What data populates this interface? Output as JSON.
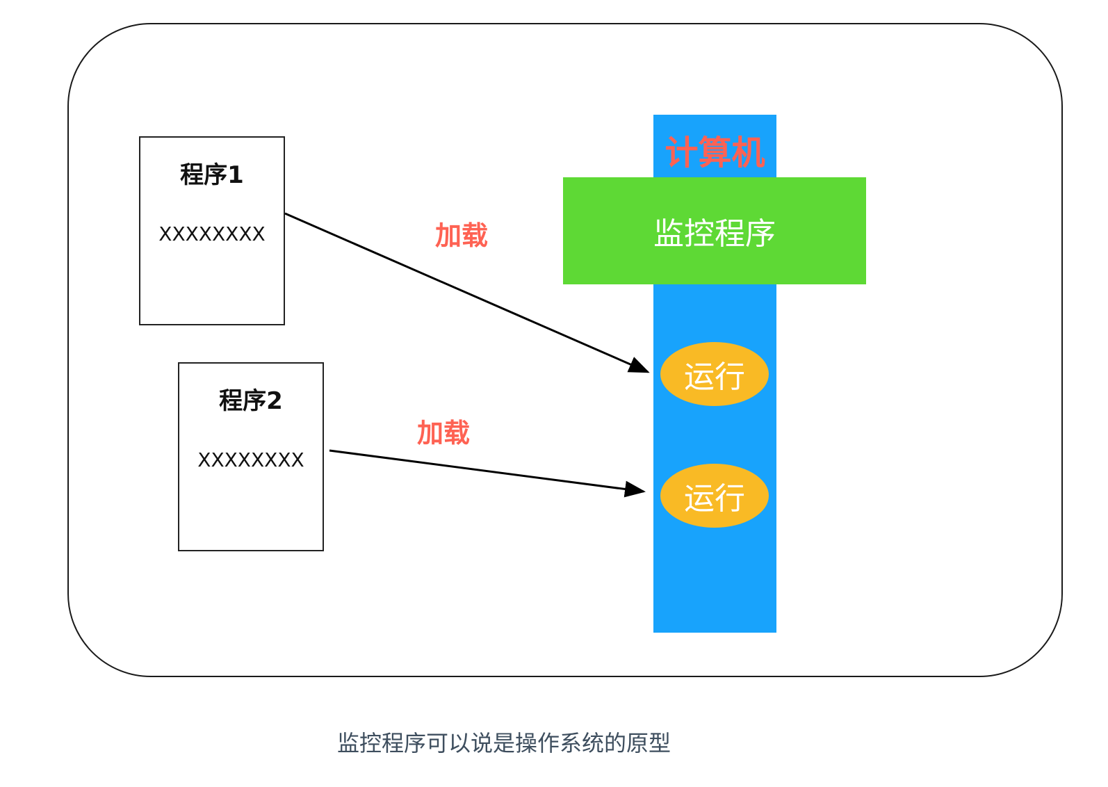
{
  "diagram": {
    "programs": [
      {
        "title": "程序1",
        "content": "XXXXXXXX"
      },
      {
        "title": "程序2",
        "content": "XXXXXXXX"
      }
    ],
    "computer": {
      "label": "计算机",
      "color": "#18a3fc",
      "label_color": "#fe6253"
    },
    "monitor": {
      "label": "监控程序",
      "color": "#5ed935"
    },
    "runs": [
      {
        "label": "运行",
        "color": "#f9ba25"
      },
      {
        "label": "运行",
        "color": "#f9ba25"
      }
    ],
    "edges": [
      {
        "from": "程序1",
        "to": "运行 (1)",
        "label": "加载"
      },
      {
        "from": "程序2",
        "to": "运行 (2)",
        "label": "加载"
      }
    ]
  },
  "caption": "监控程序可以说是操作系统的原型"
}
